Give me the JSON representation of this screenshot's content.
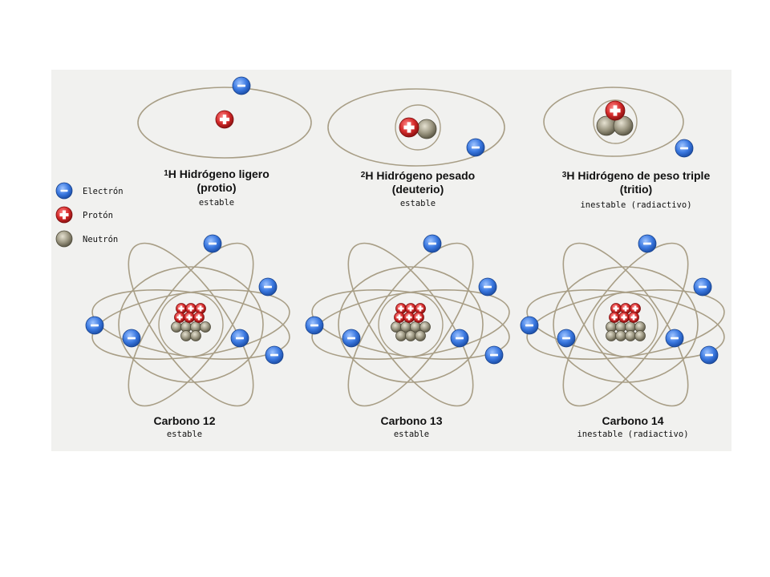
{
  "legend": {
    "electron": "Electrón",
    "proton": "Protón",
    "neutron": "Neutrón"
  },
  "atoms": [
    {
      "sup": "1",
      "name": "H Hidrógeno ligero",
      "sub": "(protio)",
      "stability": "estable",
      "protons": 1,
      "neutrons": 0,
      "electrons": 1
    },
    {
      "sup": "2",
      "name": "H Hidrógeno pesado",
      "sub": "(deuterio)",
      "stability": "estable",
      "protons": 1,
      "neutrons": 1,
      "electrons": 1
    },
    {
      "sup": "3",
      "name": "H Hidrógeno de peso triple",
      "sub": "(tritio)",
      "stability": "inestable (radiactivo)",
      "protons": 1,
      "neutrons": 2,
      "electrons": 1
    },
    {
      "name": "Carbono 12",
      "stability": "estable",
      "protons": 6,
      "neutrons": 6,
      "electrons": 6
    },
    {
      "name": "Carbono 13",
      "stability": "estable",
      "protons": 6,
      "neutrons": 7,
      "electrons": 6
    },
    {
      "name": "Carbono 14",
      "stability": "inestable (radiactivo)",
      "protons": 6,
      "neutrons": 8,
      "electrons": 6
    }
  ],
  "colors": {
    "electron": "#2f6fd6",
    "proton": "#d42a2a",
    "neutron": "#9a9580",
    "orbit": "#a89e86",
    "panel": "#f1f1ef"
  }
}
